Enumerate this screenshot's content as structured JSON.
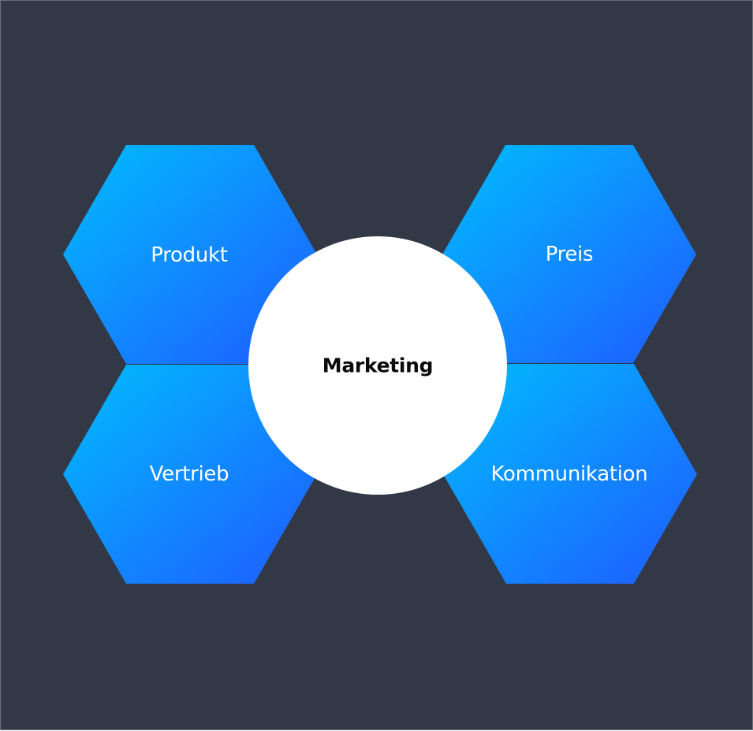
{
  "diagram": {
    "center": {
      "label": "Marketing"
    },
    "nodes": [
      {
        "id": "produkt",
        "label": "Produkt"
      },
      {
        "id": "preis",
        "label": "Preis"
      },
      {
        "id": "vertrieb",
        "label": "Vertrieb"
      },
      {
        "id": "kommunikation",
        "label": "Kommunikation"
      }
    ]
  },
  "colors": {
    "background": "#333847",
    "hex_gradient_start": "#00BDFE",
    "hex_gradient_end": "#1F5BFF",
    "circle": "#FFFFFF",
    "node_text": "#FFFFFF",
    "center_text": "#0A0A0A"
  }
}
